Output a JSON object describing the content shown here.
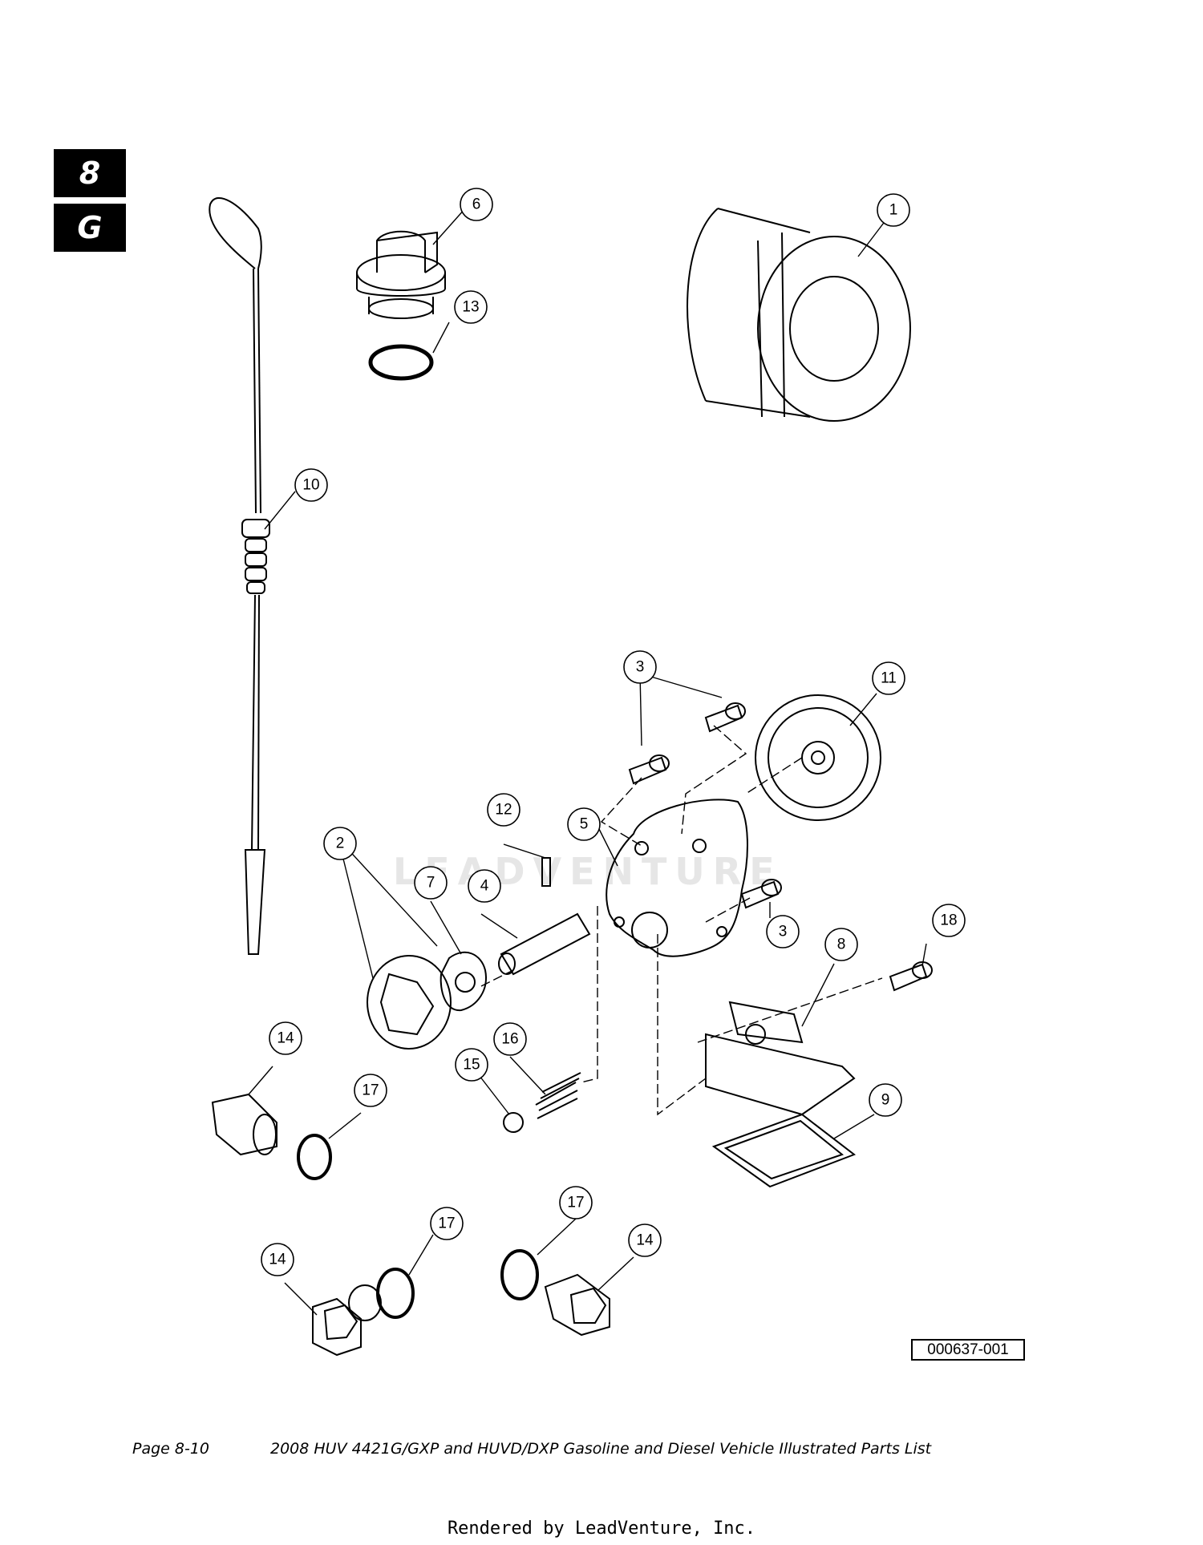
{
  "section_tabs": {
    "section": "8",
    "sub": "G"
  },
  "callouts": [
    {
      "id": "c1",
      "label": "1"
    },
    {
      "id": "c2",
      "label": "2"
    },
    {
      "id": "c3a",
      "label": "3"
    },
    {
      "id": "c3b",
      "label": "3"
    },
    {
      "id": "c4",
      "label": "4"
    },
    {
      "id": "c5",
      "label": "5"
    },
    {
      "id": "c6",
      "label": "6"
    },
    {
      "id": "c7",
      "label": "7"
    },
    {
      "id": "c8",
      "label": "8"
    },
    {
      "id": "c9",
      "label": "9"
    },
    {
      "id": "c10",
      "label": "10"
    },
    {
      "id": "c11",
      "label": "11"
    },
    {
      "id": "c12",
      "label": "12"
    },
    {
      "id": "c13",
      "label": "13"
    },
    {
      "id": "c14a",
      "label": "14"
    },
    {
      "id": "c14b",
      "label": "14"
    },
    {
      "id": "c14c",
      "label": "14"
    },
    {
      "id": "c15",
      "label": "15"
    },
    {
      "id": "c16",
      "label": "16"
    },
    {
      "id": "c17a",
      "label": "17"
    },
    {
      "id": "c17b",
      "label": "17"
    },
    {
      "id": "c17c",
      "label": "17"
    },
    {
      "id": "c18",
      "label": "18"
    }
  ],
  "figure_number": "000637-001",
  "watermark": "LEADVENTURE",
  "footer": {
    "page": "Page 8-10",
    "title": "2008 HUV 4421G/GXP and HUVD/DXP Gasoline and Diesel Vehicle Illustrated Parts List",
    "rendered_by": "Rendered by LeadVenture, Inc."
  }
}
